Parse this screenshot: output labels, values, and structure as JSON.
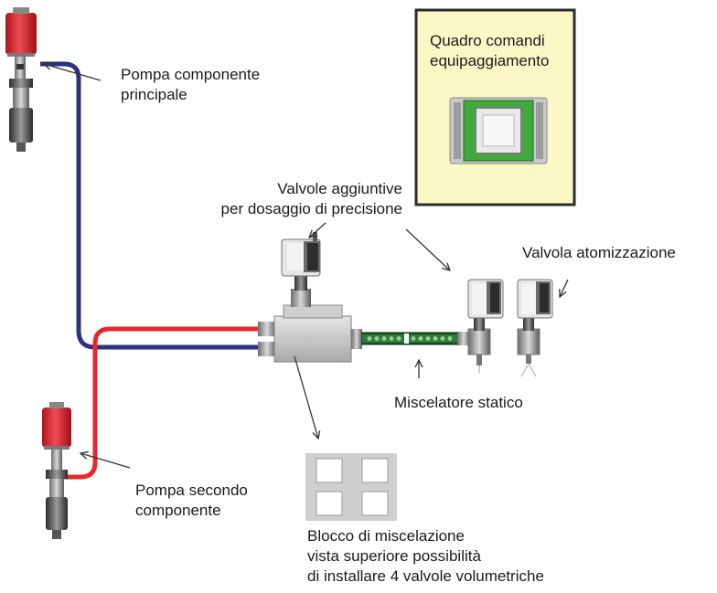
{
  "labels": {
    "main_pump": [
      "Pompa componente",
      "principale"
    ],
    "second_pump": [
      "Pompa secondo",
      "componente"
    ],
    "control_panel": [
      "Quadro comandi",
      "equipaggiamento"
    ],
    "extra_valves": [
      "Valvole aggiuntive",
      "per dosaggio di precisione"
    ],
    "atomization_valve": "Valvola atomizzazione",
    "static_mixer": "Miscelatore statico",
    "mixing_block": [
      "Blocco di miscelazione",
      "vista superiore possibilità",
      "di installare 4 valvole volumetriche"
    ]
  },
  "colors": {
    "hose_blue": "#2e2f7f",
    "hose_red": "#e8262b",
    "panel_bg": "#fbf8c6",
    "screen_green": "#3eaa3b",
    "tank_red": "#d61f2a",
    "mixer_green": "#2f7a3c"
  }
}
